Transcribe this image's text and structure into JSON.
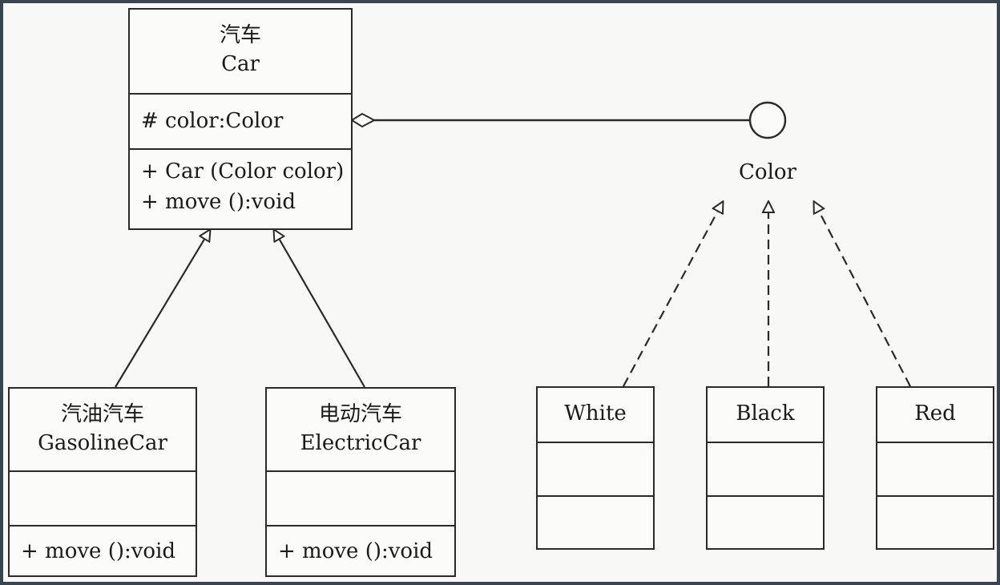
{
  "classes": {
    "car": {
      "name_cn": "汽车",
      "name_en": "Car",
      "attributes": [
        "# color:Color"
      ],
      "operations": [
        "+ Car (Color color)",
        "+ move ():void"
      ]
    },
    "gasoline_car": {
      "name_cn": "汽油汽车",
      "name_en": "GasolineCar",
      "operations": [
        "+ move ():void"
      ]
    },
    "electric_car": {
      "name_cn": "电动汽车",
      "name_en": "ElectricCar",
      "operations": [
        "+ move ():void"
      ]
    },
    "white": {
      "name": "White"
    },
    "black": {
      "name": "Black"
    },
    "red": {
      "name": "Red"
    }
  },
  "interface": {
    "name": "Color"
  },
  "colors": {
    "background": "#f8f8f6",
    "stroke": "#2a2a2a",
    "border": "#3a4552"
  }
}
